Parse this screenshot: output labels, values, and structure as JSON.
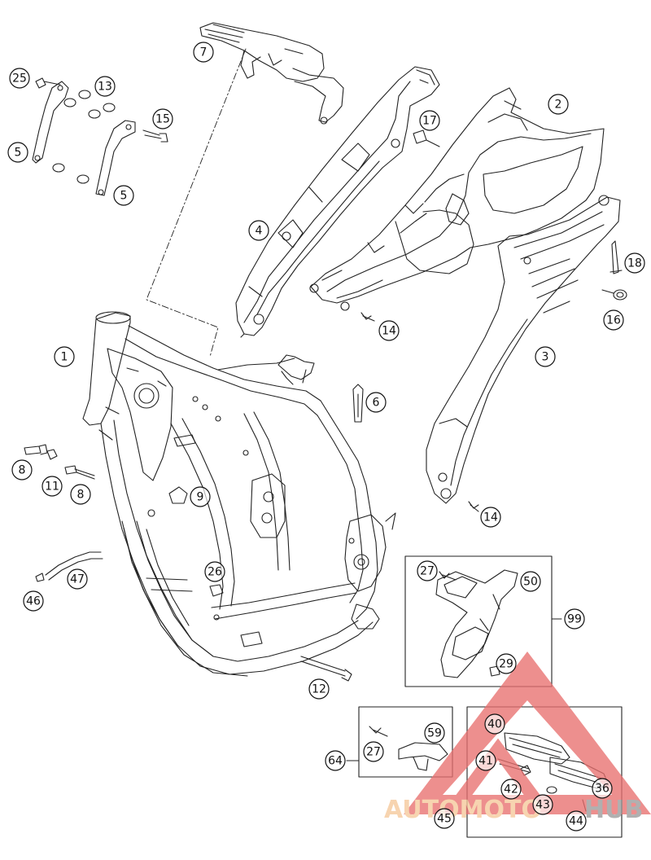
{
  "diagram": {
    "parts": [
      {
        "id": "p1",
        "label": "1"
      },
      {
        "id": "p2",
        "label": "2"
      },
      {
        "id": "p3",
        "label": "3"
      },
      {
        "id": "p4",
        "label": "4"
      },
      {
        "id": "p5a",
        "label": "5"
      },
      {
        "id": "p5b",
        "label": "5"
      },
      {
        "id": "p6",
        "label": "6"
      },
      {
        "id": "p7",
        "label": "7"
      },
      {
        "id": "p8a",
        "label": "8"
      },
      {
        "id": "p8b",
        "label": "8"
      },
      {
        "id": "p9",
        "label": "9"
      },
      {
        "id": "p11",
        "label": "11"
      },
      {
        "id": "p12",
        "label": "12"
      },
      {
        "id": "p13",
        "label": "13"
      },
      {
        "id": "p14a",
        "label": "14"
      },
      {
        "id": "p14b",
        "label": "14"
      },
      {
        "id": "p15",
        "label": "15"
      },
      {
        "id": "p16",
        "label": "16"
      },
      {
        "id": "p17",
        "label": "17"
      },
      {
        "id": "p18",
        "label": "18"
      },
      {
        "id": "p25",
        "label": "25"
      },
      {
        "id": "p26",
        "label": "26"
      },
      {
        "id": "p27a",
        "label": "27"
      },
      {
        "id": "p27b",
        "label": "27"
      },
      {
        "id": "p29",
        "label": "29"
      },
      {
        "id": "p36",
        "label": "36"
      },
      {
        "id": "p40",
        "label": "40"
      },
      {
        "id": "p41",
        "label": "41"
      },
      {
        "id": "p42",
        "label": "42"
      },
      {
        "id": "p43",
        "label": "43"
      },
      {
        "id": "p44",
        "label": "44"
      },
      {
        "id": "p45",
        "label": "45"
      },
      {
        "id": "p46",
        "label": "46"
      },
      {
        "id": "p47",
        "label": "47"
      },
      {
        "id": "p50",
        "label": "50"
      },
      {
        "id": "p59",
        "label": "59"
      },
      {
        "id": "p64",
        "label": "64"
      },
      {
        "id": "p99",
        "label": "99"
      }
    ]
  },
  "watermark": {
    "text_left": "AUTOMOTO",
    "text_right": "HUB",
    "color_left": "#f6c89a",
    "color_right": "#9a9a9a",
    "triangle_color": "#e8706f"
  }
}
